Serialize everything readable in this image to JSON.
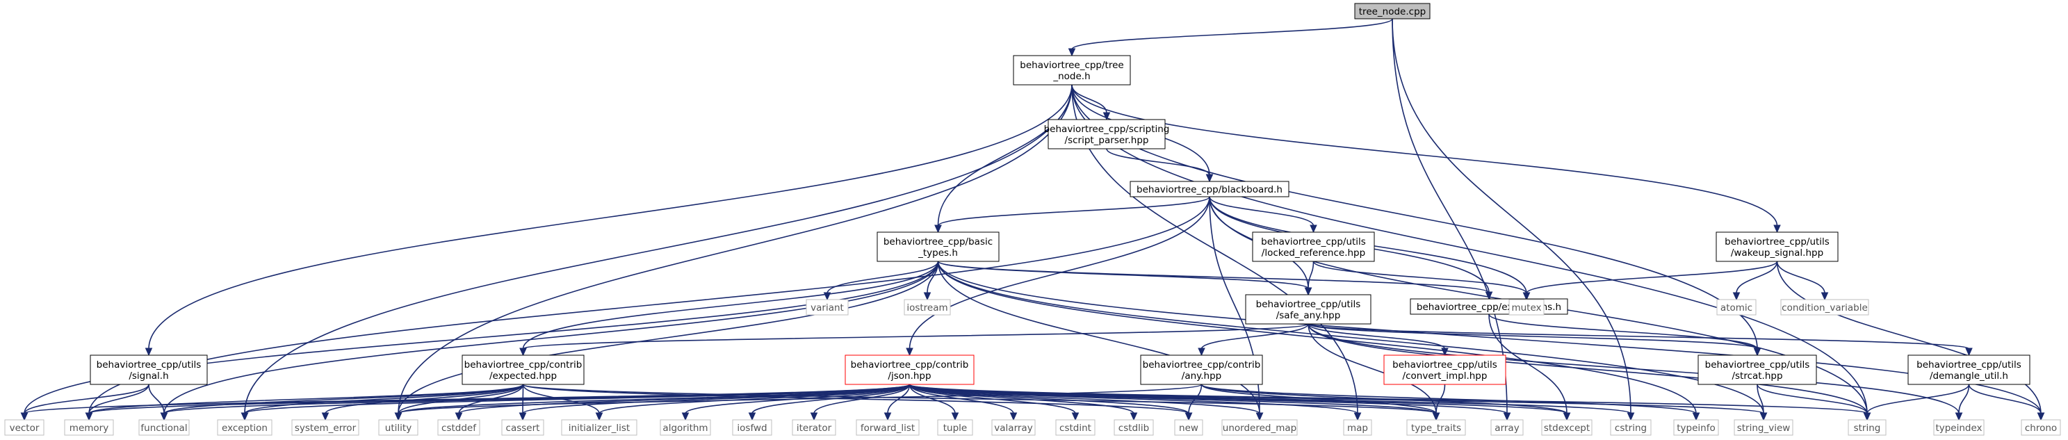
{
  "colors": {
    "edge": "#1a2a6e",
    "root_fill": "#bfbfbf",
    "project_border": "#000000",
    "std_border": "#bfbfbf",
    "truncated_border": "#ff0000",
    "std_text": "#555555"
  },
  "nodes": [
    {
      "id": "tree_node_cpp",
      "kind": "root",
      "lines": [
        "tree_node.cpp"
      ]
    },
    {
      "id": "tree_node_h",
      "kind": "project",
      "lines": [
        "behaviortree_cpp/tree",
        "_node.h"
      ]
    },
    {
      "id": "script_parser",
      "kind": "project",
      "lines": [
        "behaviortree_cpp/scripting",
        "/script_parser.hpp"
      ]
    },
    {
      "id": "blackboard",
      "kind": "project",
      "lines": [
        "behaviortree_cpp/blackboard.h"
      ]
    },
    {
      "id": "basic_types",
      "kind": "project",
      "lines": [
        "behaviortree_cpp/basic",
        "_types.h"
      ]
    },
    {
      "id": "locked_reference",
      "kind": "project",
      "lines": [
        "behaviortree_cpp/utils",
        "/locked_reference.hpp"
      ]
    },
    {
      "id": "wakeup_signal",
      "kind": "project",
      "lines": [
        "behaviortree_cpp/utils",
        "/wakeup_signal.hpp"
      ]
    },
    {
      "id": "safe_any",
      "kind": "project",
      "lines": [
        "behaviortree_cpp/utils",
        "/safe_any.hpp"
      ]
    },
    {
      "id": "exceptions",
      "kind": "project",
      "lines": [
        "behaviortree_cpp/exceptions.h"
      ]
    },
    {
      "id": "signal",
      "kind": "project",
      "lines": [
        "behaviortree_cpp/utils",
        "/signal.h"
      ]
    },
    {
      "id": "expected",
      "kind": "project",
      "lines": [
        "behaviortree_cpp/contrib",
        "/expected.hpp"
      ]
    },
    {
      "id": "json",
      "kind": "truncated",
      "lines": [
        "behaviortree_cpp/contrib",
        "/json.hpp"
      ]
    },
    {
      "id": "any",
      "kind": "project",
      "lines": [
        "behaviortree_cpp/contrib",
        "/any.hpp"
      ]
    },
    {
      "id": "convert_impl",
      "kind": "truncated",
      "lines": [
        "behaviortree_cpp/utils",
        "/convert_impl.hpp"
      ]
    },
    {
      "id": "strcat",
      "kind": "project",
      "lines": [
        "behaviortree_cpp/utils",
        "/strcat.hpp"
      ]
    },
    {
      "id": "demangle",
      "kind": "project",
      "lines": [
        "behaviortree_cpp/utils",
        "/demangle_util.h"
      ]
    },
    {
      "id": "variant",
      "kind": "std",
      "lines": [
        "variant"
      ]
    },
    {
      "id": "iostream",
      "kind": "std",
      "lines": [
        "iostream"
      ]
    },
    {
      "id": "mutex",
      "kind": "std",
      "lines": [
        "mutex"
      ]
    },
    {
      "id": "atomic",
      "kind": "std",
      "lines": [
        "atomic"
      ]
    },
    {
      "id": "condition_variable",
      "kind": "std",
      "lines": [
        "condition_variable"
      ]
    },
    {
      "id": "vector",
      "kind": "std",
      "lines": [
        "vector"
      ]
    },
    {
      "id": "memory",
      "kind": "std",
      "lines": [
        "memory"
      ]
    },
    {
      "id": "functional",
      "kind": "std",
      "lines": [
        "functional"
      ]
    },
    {
      "id": "exception",
      "kind": "std",
      "lines": [
        "exception"
      ]
    },
    {
      "id": "system_error",
      "kind": "std",
      "lines": [
        "system_error"
      ]
    },
    {
      "id": "utility",
      "kind": "std",
      "lines": [
        "utility"
      ]
    },
    {
      "id": "cstddef",
      "kind": "std",
      "lines": [
        "cstddef"
      ]
    },
    {
      "id": "cassert",
      "kind": "std",
      "lines": [
        "cassert"
      ]
    },
    {
      "id": "initializer_list",
      "kind": "std",
      "lines": [
        "initializer_list"
      ]
    },
    {
      "id": "algorithm",
      "kind": "std",
      "lines": [
        "algorithm"
      ]
    },
    {
      "id": "iosfwd",
      "kind": "std",
      "lines": [
        "iosfwd"
      ]
    },
    {
      "id": "iterator",
      "kind": "std",
      "lines": [
        "iterator"
      ]
    },
    {
      "id": "forward_list",
      "kind": "std",
      "lines": [
        "forward_list"
      ]
    },
    {
      "id": "tuple",
      "kind": "std",
      "lines": [
        "tuple"
      ]
    },
    {
      "id": "valarray",
      "kind": "std",
      "lines": [
        "valarray"
      ]
    },
    {
      "id": "cstdint",
      "kind": "std",
      "lines": [
        "cstdint"
      ]
    },
    {
      "id": "cstdlib",
      "kind": "std",
      "lines": [
        "cstdlib"
      ]
    },
    {
      "id": "new",
      "kind": "std",
      "lines": [
        "new"
      ]
    },
    {
      "id": "unordered_map",
      "kind": "std",
      "lines": [
        "unordered_map"
      ]
    },
    {
      "id": "map",
      "kind": "std",
      "lines": [
        "map"
      ]
    },
    {
      "id": "type_traits",
      "kind": "std",
      "lines": [
        "type_traits"
      ]
    },
    {
      "id": "array",
      "kind": "std",
      "lines": [
        "array"
      ]
    },
    {
      "id": "stdexcept",
      "kind": "std",
      "lines": [
        "stdexcept"
      ]
    },
    {
      "id": "cstring",
      "kind": "std",
      "lines": [
        "cstring"
      ]
    },
    {
      "id": "typeinfo",
      "kind": "std",
      "lines": [
        "typeinfo"
      ]
    },
    {
      "id": "string_view",
      "kind": "std",
      "lines": [
        "string_view"
      ]
    },
    {
      "id": "string",
      "kind": "std",
      "lines": [
        "string"
      ]
    },
    {
      "id": "typeindex",
      "kind": "std",
      "lines": [
        "typeindex"
      ]
    },
    {
      "id": "chrono",
      "kind": "std",
      "lines": [
        "chrono"
      ]
    }
  ],
  "edges": [
    [
      "tree_node_cpp",
      "tree_node_h"
    ],
    [
      "tree_node_cpp",
      "cstring"
    ],
    [
      "tree_node_cpp",
      "array"
    ],
    [
      "tree_node_h",
      "script_parser"
    ],
    [
      "tree_node_h",
      "blackboard"
    ],
    [
      "tree_node_h",
      "basic_types"
    ],
    [
      "tree_node_h",
      "signal"
    ],
    [
      "tree_node_h",
      "strcat"
    ],
    [
      "tree_node_h",
      "wakeup_signal"
    ],
    [
      "tree_node_h",
      "exception"
    ],
    [
      "tree_node_h",
      "utility"
    ],
    [
      "tree_node_h",
      "map"
    ],
    [
      "tree_node_h",
      "string"
    ],
    [
      "script_parser",
      "blackboard"
    ],
    [
      "blackboard",
      "basic_types"
    ],
    [
      "blackboard",
      "locked_reference"
    ],
    [
      "blackboard",
      "safe_any"
    ],
    [
      "blackboard",
      "exceptions"
    ],
    [
      "blackboard",
      "json"
    ],
    [
      "blackboard",
      "mutex"
    ],
    [
      "blackboard",
      "memory"
    ],
    [
      "blackboard",
      "unordered_map"
    ],
    [
      "blackboard",
      "string"
    ],
    [
      "basic_types",
      "variant"
    ],
    [
      "basic_types",
      "iostream"
    ],
    [
      "basic_types",
      "expected"
    ],
    [
      "basic_types",
      "safe_any"
    ],
    [
      "basic_types",
      "exceptions"
    ],
    [
      "basic_types",
      "vector"
    ],
    [
      "basic_types",
      "functional"
    ],
    [
      "basic_types",
      "utility"
    ],
    [
      "basic_types",
      "unordered_map"
    ],
    [
      "basic_types",
      "typeinfo"
    ],
    [
      "basic_types",
      "chrono"
    ],
    [
      "basic_types",
      "string_view"
    ],
    [
      "locked_reference",
      "safe_any"
    ],
    [
      "locked_reference",
      "mutex"
    ],
    [
      "wakeup_signal",
      "mutex"
    ],
    [
      "wakeup_signal",
      "atomic"
    ],
    [
      "wakeup_signal",
      "condition_variable"
    ],
    [
      "wakeup_signal",
      "chrono"
    ],
    [
      "safe_any",
      "expected"
    ],
    [
      "safe_any",
      "any"
    ],
    [
      "safe_any",
      "convert_impl"
    ],
    [
      "safe_any",
      "strcat"
    ],
    [
      "safe_any",
      "demangle"
    ],
    [
      "safe_any",
      "type_traits"
    ],
    [
      "safe_any",
      "string"
    ],
    [
      "safe_any",
      "typeindex"
    ],
    [
      "exceptions",
      "strcat"
    ],
    [
      "exceptions",
      "stdexcept"
    ],
    [
      "signal",
      "vector"
    ],
    [
      "signal",
      "memory"
    ],
    [
      "signal",
      "functional"
    ],
    [
      "expected",
      "exception"
    ],
    [
      "expected",
      "system_error"
    ],
    [
      "expected",
      "utility"
    ],
    [
      "expected",
      "cstddef"
    ],
    [
      "expected",
      "cassert"
    ],
    [
      "expected",
      "initializer_list"
    ],
    [
      "expected",
      "memory"
    ],
    [
      "expected",
      "functional"
    ],
    [
      "expected",
      "new"
    ],
    [
      "expected",
      "type_traits"
    ],
    [
      "json",
      "vector"
    ],
    [
      "json",
      "memory"
    ],
    [
      "json",
      "functional"
    ],
    [
      "json",
      "exception"
    ],
    [
      "json",
      "utility"
    ],
    [
      "json",
      "cstddef"
    ],
    [
      "json",
      "cassert"
    ],
    [
      "json",
      "initializer_list"
    ],
    [
      "json",
      "algorithm"
    ],
    [
      "json",
      "iosfwd"
    ],
    [
      "json",
      "iterator"
    ],
    [
      "json",
      "forward_list"
    ],
    [
      "json",
      "tuple"
    ],
    [
      "json",
      "valarray"
    ],
    [
      "json",
      "cstdint"
    ],
    [
      "json",
      "cstdlib"
    ],
    [
      "json",
      "new"
    ],
    [
      "json",
      "unordered_map"
    ],
    [
      "json",
      "map"
    ],
    [
      "json",
      "type_traits"
    ],
    [
      "json",
      "array"
    ],
    [
      "json",
      "stdexcept"
    ],
    [
      "json",
      "cstring"
    ],
    [
      "json",
      "string_view"
    ],
    [
      "json",
      "string"
    ],
    [
      "any",
      "utility"
    ],
    [
      "any",
      "new"
    ],
    [
      "any",
      "type_traits"
    ],
    [
      "any",
      "typeinfo"
    ],
    [
      "any",
      "stdexcept"
    ],
    [
      "convert_impl",
      "type_traits"
    ],
    [
      "strcat",
      "string_view"
    ],
    [
      "strcat",
      "string"
    ],
    [
      "demangle",
      "string"
    ],
    [
      "demangle",
      "typeindex"
    ],
    [
      "demangle",
      "chrono"
    ]
  ]
}
